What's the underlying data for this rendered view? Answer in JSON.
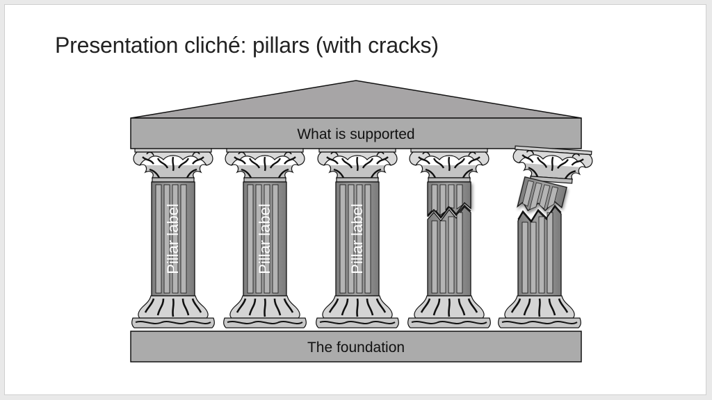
{
  "slide": {
    "title": "Presentation cliché: pillars (with cracks)"
  },
  "temple": {
    "entablature_label": "What is supported",
    "foundation_label": "The foundation",
    "pillars": [
      {
        "label": "Pillar label",
        "state": "intact"
      },
      {
        "label": "Pillar label",
        "state": "intact"
      },
      {
        "label": "Pillar label",
        "state": "intact"
      },
      {
        "label": "",
        "state": "cracked"
      },
      {
        "label": "",
        "state": "broken"
      }
    ]
  },
  "colors": {
    "roof_fill": "#a7a5a6",
    "beam_fill": "#ababab",
    "shaft_fill": "#999999",
    "flute_fill": "#b4b4b4",
    "outline": "#111111",
    "label_text": "#ffffff"
  }
}
